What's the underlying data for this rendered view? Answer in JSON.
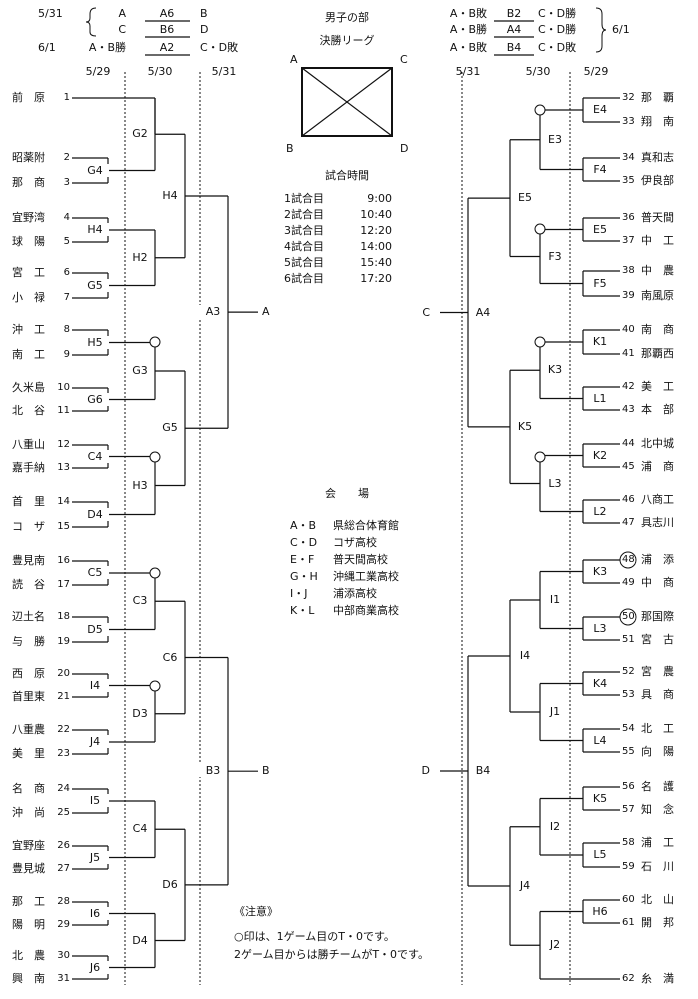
{
  "header": {
    "title": "男子の部",
    "league_title": "決勝リーグ",
    "left_schedule": [
      {
        "date": "5/31",
        "a": "A",
        "code": "A6",
        "b": "B"
      },
      {
        "date": "",
        "a": "C",
        "code": "B6",
        "b": "D"
      },
      {
        "date": "6/1",
        "a": "A・B勝",
        "code": "A2",
        "b": "C・D敗"
      }
    ],
    "right_schedule": [
      {
        "a": "A・B敗",
        "code": "B2",
        "b": "C・D勝"
      },
      {
        "a": "A・B勝",
        "code": "A4",
        "b": "C・D勝"
      },
      {
        "a": "A・B敗",
        "code": "B4",
        "b": "C・D敗"
      }
    ],
    "right_date": "6/1",
    "left_dates": [
      "5/29",
      "5/30",
      "5/31"
    ],
    "right_dates": [
      "5/31",
      "5/30",
      "5/29"
    ],
    "corners": [
      "A",
      "C",
      "B",
      "D"
    ]
  },
  "times": {
    "title": "試合時間",
    "rows": [
      {
        "label": "1試合目",
        "time": "9:00"
      },
      {
        "label": "2試合目",
        "time": "10:40"
      },
      {
        "label": "3試合目",
        "time": "12:20"
      },
      {
        "label": "4試合目",
        "time": "14:00"
      },
      {
        "label": "5試合目",
        "time": "15:40"
      },
      {
        "label": "6試合目",
        "time": "17:20"
      }
    ]
  },
  "venue": {
    "title": "会　　場",
    "rows": [
      {
        "code": "A・B",
        "name": "県総合体育館"
      },
      {
        "code": "C・D",
        "name": "コザ高校"
      },
      {
        "code": "E・F",
        "name": "普天間高校"
      },
      {
        "code": "G・H",
        "name": "沖縄工業高校"
      },
      {
        "code": "I・J",
        "name": "浦添高校"
      },
      {
        "code": "K・L",
        "name": "中部商業高校"
      }
    ]
  },
  "notes": {
    "title": "《注意》",
    "lines": [
      "○印は、1ゲーム目のT・0です。",
      "2ゲーム目からは勝チームがT・0です。"
    ]
  },
  "left_teams": [
    {
      "num": "1",
      "name": "前　原"
    },
    {
      "num": "2",
      "name": "昭薬附"
    },
    {
      "num": "3",
      "name": "那　商"
    },
    {
      "num": "4",
      "name": "宜野湾"
    },
    {
      "num": "5",
      "name": "球　陽"
    },
    {
      "num": "6",
      "name": "宮　工"
    },
    {
      "num": "7",
      "name": "小　禄"
    },
    {
      "num": "8",
      "name": "沖　工"
    },
    {
      "num": "9",
      "name": "南　工"
    },
    {
      "num": "10",
      "name": "久米島"
    },
    {
      "num": "11",
      "name": "北　谷"
    },
    {
      "num": "12",
      "name": "八重山"
    },
    {
      "num": "13",
      "name": "嘉手納"
    },
    {
      "num": "14",
      "name": "首　里"
    },
    {
      "num": "15",
      "name": "コ　ザ"
    },
    {
      "num": "16",
      "name": "豊見南"
    },
    {
      "num": "17",
      "name": "読　谷"
    },
    {
      "num": "18",
      "name": "辺土名"
    },
    {
      "num": "19",
      "name": "与　勝"
    },
    {
      "num": "20",
      "name": "西　原"
    },
    {
      "num": "21",
      "name": "首里東"
    },
    {
      "num": "22",
      "name": "八重農"
    },
    {
      "num": "23",
      "name": "美　里"
    },
    {
      "num": "24",
      "name": "名　商"
    },
    {
      "num": "25",
      "name": "沖　尚"
    },
    {
      "num": "26",
      "name": "宜野座"
    },
    {
      "num": "27",
      "name": "豊見城"
    },
    {
      "num": "28",
      "name": "那　工"
    },
    {
      "num": "29",
      "name": "陽　明"
    },
    {
      "num": "30",
      "name": "北　農"
    },
    {
      "num": "31",
      "name": "興　南"
    }
  ],
  "right_teams": [
    {
      "num": "32",
      "name": "那　覇"
    },
    {
      "num": "33",
      "name": "翔　南"
    },
    {
      "num": "34",
      "name": "真和志"
    },
    {
      "num": "35",
      "name": "伊良部"
    },
    {
      "num": "36",
      "name": "普天間"
    },
    {
      "num": "37",
      "name": "中　工"
    },
    {
      "num": "38",
      "name": "中　農"
    },
    {
      "num": "39",
      "name": "南風原"
    },
    {
      "num": "40",
      "name": "南　商"
    },
    {
      "num": "41",
      "name": "那覇西"
    },
    {
      "num": "42",
      "name": "美　工"
    },
    {
      "num": "43",
      "name": "本　部"
    },
    {
      "num": "44",
      "name": "北中城"
    },
    {
      "num": "45",
      "name": "浦　商"
    },
    {
      "num": "46",
      "name": "八商工"
    },
    {
      "num": "47",
      "name": "具志川"
    },
    {
      "num": "48",
      "name": "浦　添"
    },
    {
      "num": "49",
      "name": "中　商"
    },
    {
      "num": "50",
      "name": "那国際"
    },
    {
      "num": "51",
      "name": "宮　古"
    },
    {
      "num": "52",
      "name": "宮　農"
    },
    {
      "num": "53",
      "name": "具　商"
    },
    {
      "num": "54",
      "name": "北　工"
    },
    {
      "num": "55",
      "name": "向　陽"
    },
    {
      "num": "56",
      "name": "名　護"
    },
    {
      "num": "57",
      "name": "知　念"
    },
    {
      "num": "58",
      "name": "浦　工"
    },
    {
      "num": "59",
      "name": "石　川"
    },
    {
      "num": "60",
      "name": "北　山"
    },
    {
      "num": "61",
      "name": "開　邦"
    },
    {
      "num": "62",
      "name": "糸　満"
    }
  ],
  "match_labels": {
    "left_r1": [
      "G4",
      "H4",
      "G5",
      "H5",
      "G6",
      "C4",
      "D4",
      "C5",
      "D5",
      "I4",
      "J4",
      "I5",
      "J5",
      "I6",
      "J6"
    ],
    "left_r2": [
      "G2",
      "H2",
      "G3",
      "H3",
      "C3",
      "D3",
      "C4",
      "D4"
    ],
    "left_r3": [
      "H4",
      "G5",
      "C6",
      "D6"
    ],
    "left_final": [
      "A3",
      "B3"
    ],
    "left_final_out": [
      "A",
      "B"
    ],
    "right_r1": [
      "E4",
      "F4",
      "E5",
      "F5",
      "K1",
      "L1",
      "K2",
      "L2",
      "K3",
      "L3",
      "K4",
      "L4",
      "K5",
      "L5",
      "H6"
    ],
    "right_r2": [
      "E3",
      "F3",
      "K3",
      "L3",
      "I1",
      "J1",
      "I2",
      "J2"
    ],
    "right_r3": [
      "E5",
      "K5",
      "I4",
      "J4"
    ],
    "right_final": [
      "A4",
      "B4"
    ],
    "right_final_in": [
      "C",
      "D"
    ]
  }
}
